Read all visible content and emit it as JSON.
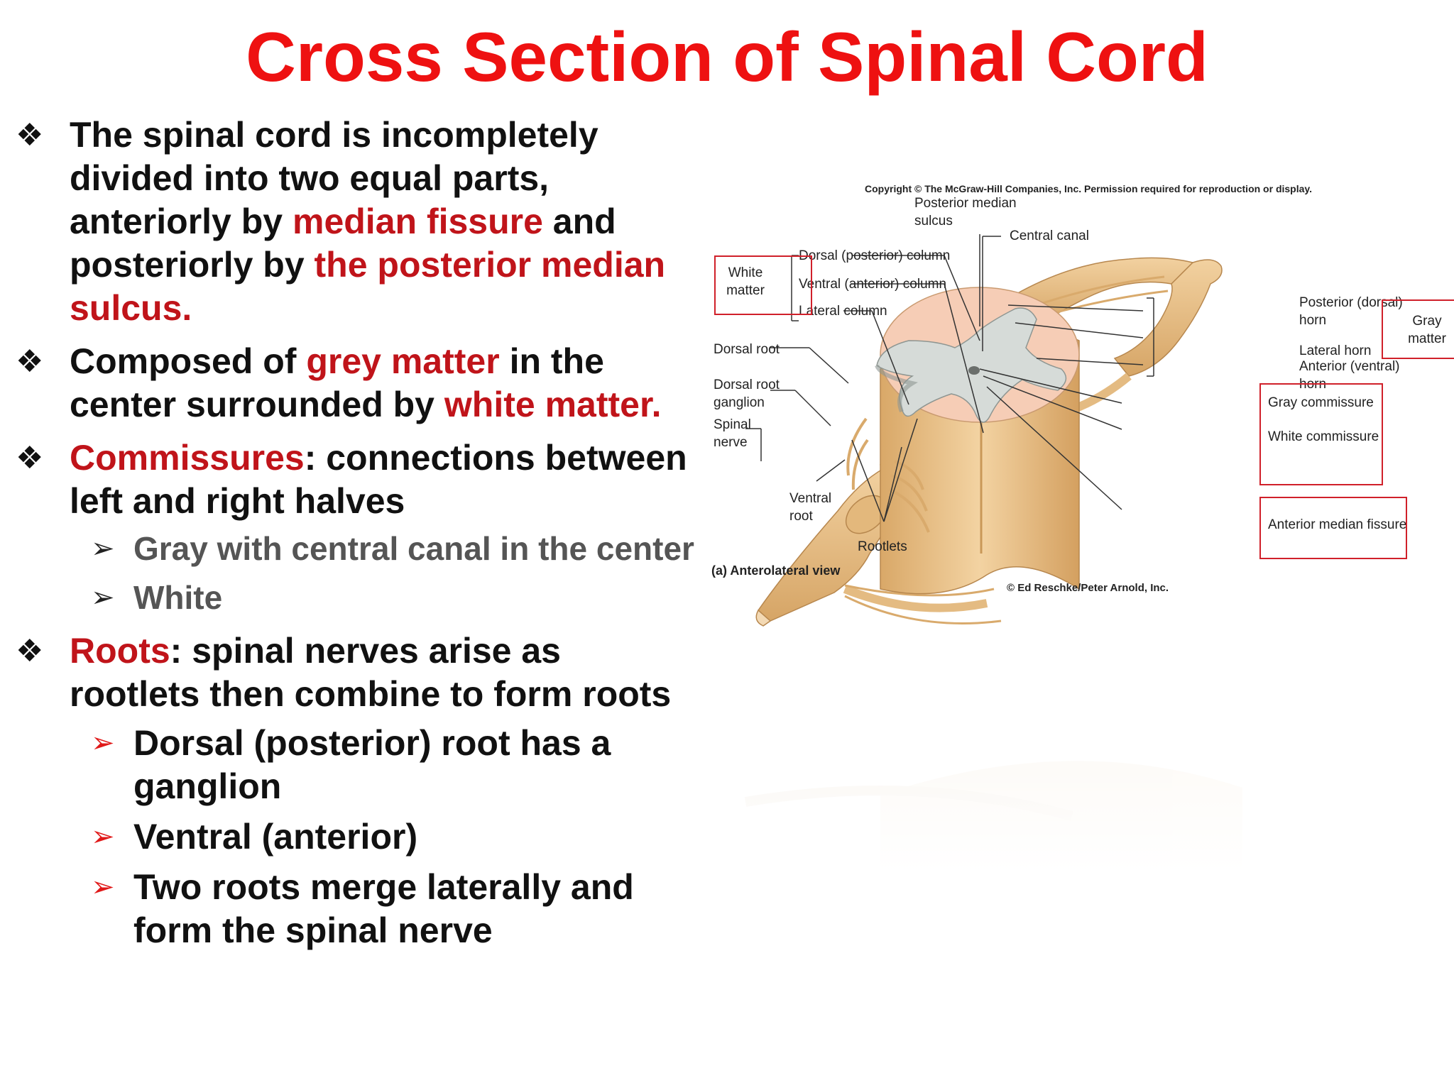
{
  "title": "Cross Section of Spinal Cord",
  "bullets": {
    "b1": {
      "t1": "The spinal cord is incompletely divided into two equal parts, anteriorly by ",
      "h1": "median fissure",
      "t2": " and posteriorly by  ",
      "h2": "the posterior median sulcus."
    },
    "b2": {
      "t1": "Composed of ",
      "h1": "grey matter",
      "t2": " in the center surrounded by ",
      "h2": "white matter."
    },
    "b3": {
      "h1": "Commissures",
      "t1": ": connections between left and right halves",
      "sub": [
        "Gray with central canal in the center",
        "White"
      ]
    },
    "b4": {
      "h1": "Roots",
      "t1": ": spinal nerves arise as rootlets then combine to form roots",
      "sub": [
        "Dorsal (posterior) root has a ganglion",
        "Ventral (anterior)",
        "Two roots merge laterally and form the spinal nerve"
      ]
    }
  },
  "markers": {
    "main": "❖",
    "sub": "➢"
  },
  "figure": {
    "copyright": "Copyright © The McGraw-Hill Companies, Inc. Permission required for reproduction or display.",
    "labels": {
      "posterior_median_sulcus": "Posterior median sulcus",
      "central_canal": "Central canal",
      "dorsal_column": "Dorsal (posterior) column",
      "ventral_column": "Ventral (anterior) column",
      "lateral_column": "Lateral column",
      "white_matter": "White matter",
      "posterior_horn": "Posterior (dorsal) horn",
      "lateral_horn": "Lateral horn",
      "anterior_horn": "Anterior (ventral) horn",
      "gray_matter": "Gray matter",
      "dorsal_root": "Dorsal root",
      "dorsal_root_ganglion": "Dorsal root ganglion",
      "spinal_nerve": "Spinal nerve",
      "gray_commissure": "Gray commissure",
      "white_commissure": "White commissure",
      "ventral_root": "Ventral root",
      "rootlets": "Rootlets",
      "anterior_median_fissure": "Anterior median fissure",
      "view": "(a) Anterolateral view",
      "credit": "© Ed Reschke/Peter Arnold, Inc."
    }
  },
  "colors": {
    "title": "#ee1111",
    "highlight": "#c0141a",
    "sub_grey": "#555555",
    "red_box": "#d0202a"
  }
}
